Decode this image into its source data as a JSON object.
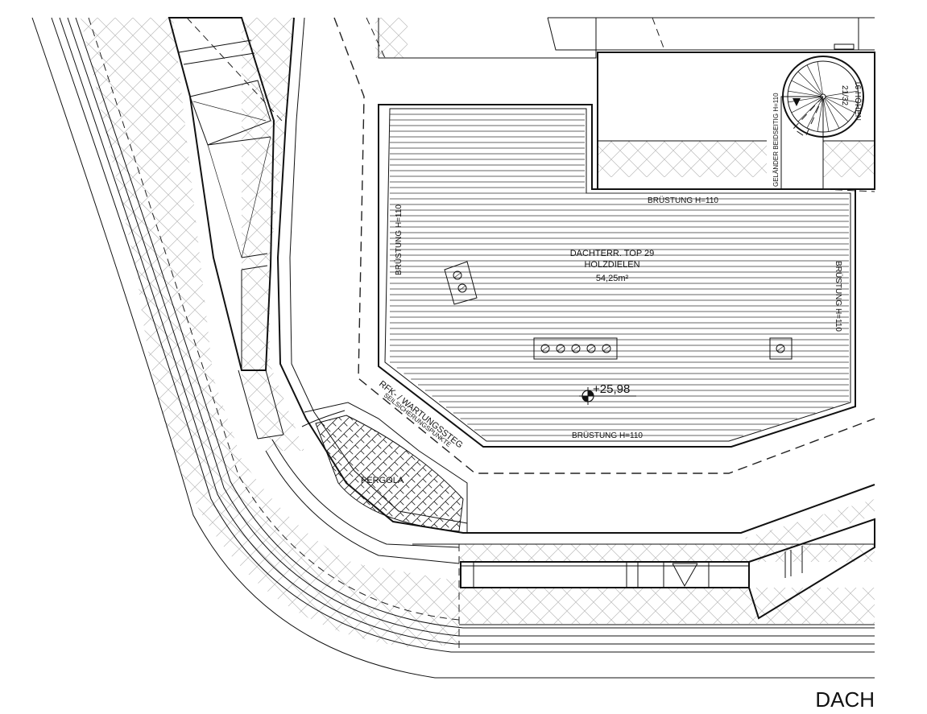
{
  "labels": {
    "terrace_name": "DACHTERR. TOP 29",
    "terrace_material": "HOLZDIELEN",
    "terrace_area": "54,25m²",
    "railing_top": "BRÜSTUNG H=110",
    "railing_bottom": "BRÜSTUNG H=110",
    "railing_left": "BRÜSTUNG H=110",
    "railing_right": "BRÜSTUNG H=110",
    "railing_stair": "GELÄNDER BEIDSEITIG H=110",
    "walkway": "RFK- / WARTUNGSSTEG",
    "walkway_sub": "SEILSICHERUNGSPUNKTE",
    "pergola": "PERGOLA",
    "level": "+25,98",
    "stair_steps": "16 HÖHEN",
    "stair_ratio": "21/32",
    "floor": "DACH"
  }
}
